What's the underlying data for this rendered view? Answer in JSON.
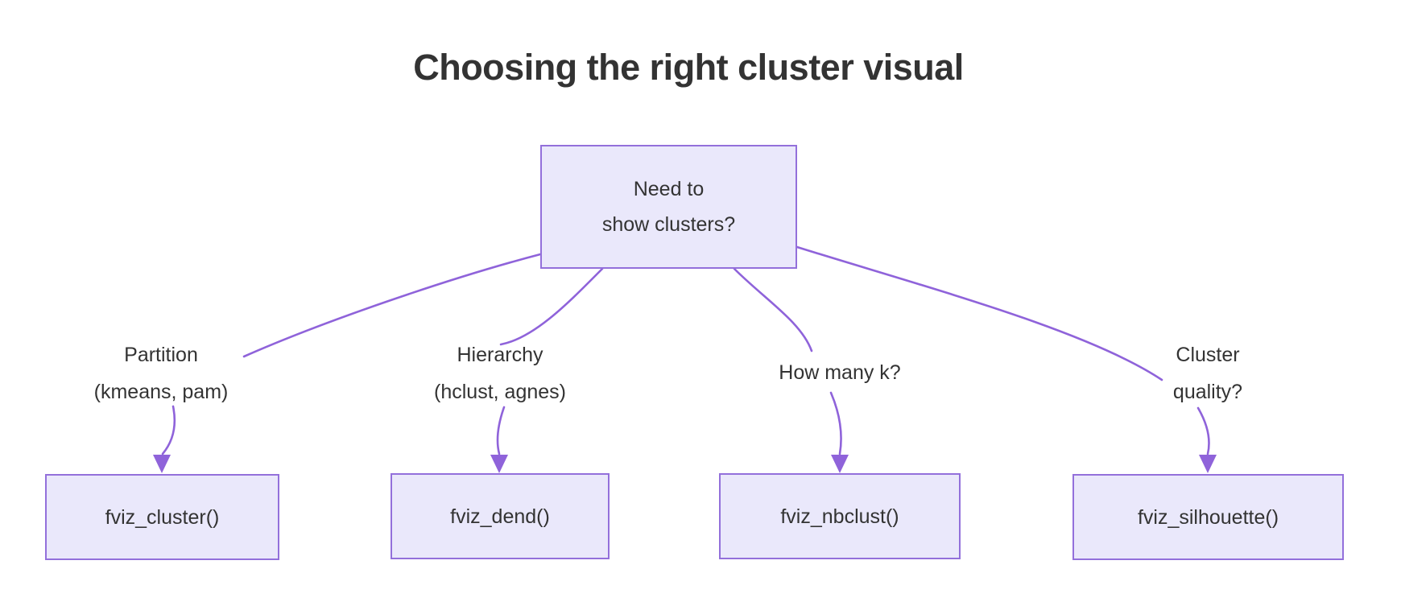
{
  "title": "Choosing the right cluster visual",
  "diagram": {
    "root": {
      "line1": "Need to",
      "line2": "show clusters?"
    },
    "branches": [
      {
        "label_line1": "Partition",
        "label_line2": "(kmeans, pam)",
        "node": "fviz_cluster()"
      },
      {
        "label_line1": "Hierarchy",
        "label_line2": "(hclust, agnes)",
        "node": "fviz_dend()"
      },
      {
        "label_line1": "How many k?",
        "label_line2": "",
        "node": "fviz_nbclust()"
      },
      {
        "label_line1": "Cluster",
        "label_line2": "quality?",
        "node": "fviz_silhouette()"
      }
    ],
    "colors": {
      "node_fill": "#EAE8FB",
      "node_border": "#9370DB",
      "edge": "#8F63DA",
      "text": "#333333",
      "background": "#FFFFFF"
    }
  }
}
